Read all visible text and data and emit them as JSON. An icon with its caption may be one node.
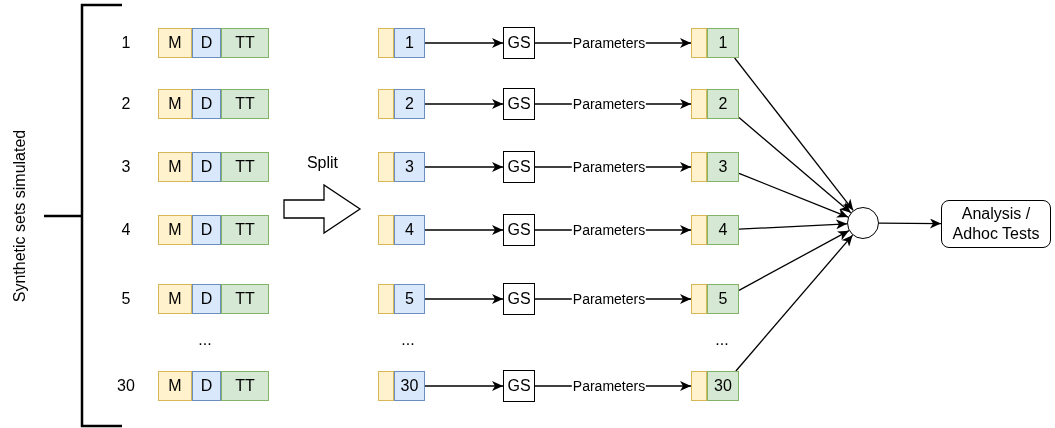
{
  "diagram": {
    "nodes": [
      {
        "text": [
          "M"
        ]
      },
      {
        "text": [
          "D"
        ]
      },
      {
        "text": [
          "TT"
        ]
      },
      {
        "text": [],
        "shape": "box"
      },
      {
        "text": [
          "1"
        ]
      },
      {
        "text": [
          "GS"
        ]
      },
      {
        "text": [],
        "shape": "box"
      },
      {
        "text": [
          "1"
        ]
      },
      {
        "text": [
          "M"
        ]
      },
      {
        "text": [
          "D"
        ]
      },
      {
        "text": [
          "TT"
        ]
      },
      {
        "text": [],
        "shape": "box"
      },
      {
        "text": [
          "2"
        ]
      },
      {
        "text": [
          "GS"
        ]
      },
      {
        "text": [],
        "shape": "box"
      },
      {
        "text": [
          "2"
        ]
      },
      {
        "text": [
          "M"
        ]
      },
      {
        "text": [
          "D"
        ]
      },
      {
        "text": [
          "TT"
        ]
      },
      {
        "text": [],
        "shape": "box"
      },
      {
        "text": [
          "3"
        ]
      },
      {
        "text": [
          "GS"
        ]
      },
      {
        "text": [],
        "shape": "box"
      },
      {
        "text": [
          "3"
        ]
      },
      {
        "text": [
          "M"
        ]
      },
      {
        "text": [
          "D"
        ]
      },
      {
        "text": [
          "TT"
        ]
      },
      {
        "text": [],
        "shape": "box"
      },
      {
        "text": [
          "4"
        ]
      },
      {
        "text": [
          "GS"
        ]
      },
      {
        "text": [],
        "shape": "box"
      },
      {
        "text": [
          "4"
        ]
      },
      {
        "text": [
          "M"
        ]
      },
      {
        "text": [
          "D"
        ]
      },
      {
        "text": [
          "TT"
        ]
      },
      {
        "text": [],
        "shape": "box"
      },
      {
        "text": [
          "5"
        ]
      },
      {
        "text": [
          "GS"
        ]
      },
      {
        "text": [],
        "shape": "box"
      },
      {
        "text": [
          "5"
        ]
      },
      {
        "text": [
          "M"
        ]
      },
      {
        "text": [
          "D"
        ]
      },
      {
        "text": [
          "TT"
        ]
      },
      {
        "text": [],
        "shape": "box"
      },
      {
        "text": [
          "30"
        ]
      },
      {
        "text": [
          "GS"
        ]
      },
      {
        "text": [],
        "shape": "box"
      },
      {
        "text": [
          "30"
        ]
      },
      {
        "text": [],
        "shape": "circle"
      },
      {
        "text": [
          "Analysis / Adhoc Tests"
        ]
      }
    ],
    "edges": [
      {
        "from": 4,
        "to": 5,
        "arrow": "to"
      },
      {
        "from": 5,
        "to": 6,
        "arrow": "to",
        "label": "Parameters"
      },
      {
        "from": 7,
        "to": 48,
        "arrow": "to"
      },
      {
        "from": 12,
        "to": 13,
        "arrow": "to"
      },
      {
        "from": 13,
        "to": 14,
        "arrow": "to",
        "label": "Parameters"
      },
      {
        "from": 15,
        "to": 48,
        "arrow": "to"
      },
      {
        "from": 20,
        "to": 21,
        "arrow": "to"
      },
      {
        "from": 21,
        "to": 22,
        "arrow": "to",
        "label": "Parameters"
      },
      {
        "from": 23,
        "to": 48,
        "arrow": "to"
      },
      {
        "from": 28,
        "to": 29,
        "arrow": "to"
      },
      {
        "from": 29,
        "to": 30,
        "arrow": "to",
        "label": "Parameters"
      },
      {
        "from": 31,
        "to": 48,
        "arrow": "to"
      },
      {
        "from": 36,
        "to": 37,
        "arrow": "to"
      },
      {
        "from": 37,
        "to": 38,
        "arrow": "to",
        "label": "Parameters"
      },
      {
        "from": 39,
        "to": 48,
        "arrow": "to"
      },
      {
        "from": 44,
        "to": 45,
        "arrow": "to"
      },
      {
        "from": 45,
        "to": 46,
        "arrow": "to",
        "label": "Parameters"
      },
      {
        "from": 47,
        "to": 48,
        "arrow": "to"
      },
      {
        "from": 48,
        "to": 49,
        "arrow": "to"
      },
      {
        "from": 26,
        "to": 27,
        "arrow": "to",
        "label": "Split",
        "style": "thick"
      }
    ],
    "labels": [
      "Synthetic sets simulated",
      "1",
      "2",
      "3",
      "4",
      "5",
      "...",
      "30",
      "...",
      "..."
    ]
  }
}
